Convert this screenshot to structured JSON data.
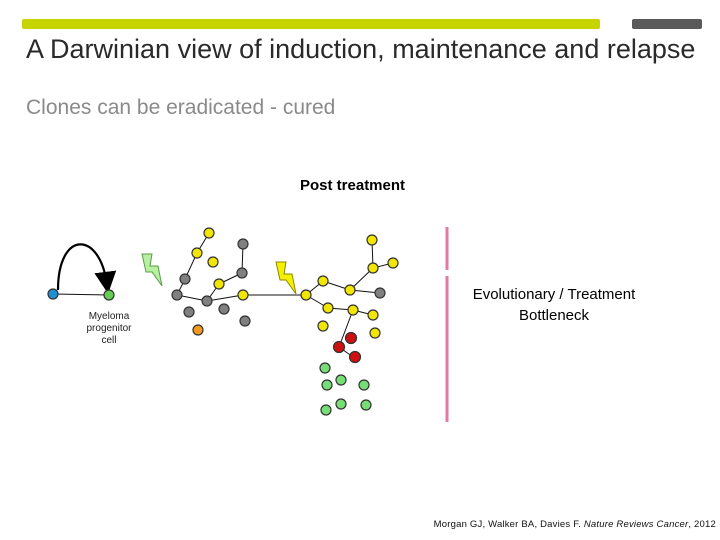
{
  "slide": {
    "title": "A Darwinian view of induction, maintenance and relapse",
    "subtitle": "Clones can be eradicated - cured"
  },
  "diagram": {
    "post_treatment_label": "Post treatment",
    "bottleneck_label": "Evolutionary / Treatment Bottleneck",
    "progenitor_label": "Myeloma progenitor cell",
    "colors": {
      "accent_bar": "#c8d400",
      "grey_bar": "#5a5a5a",
      "stem_cell": "#1e90d0",
      "progenitor": "#66cc55",
      "grey_clone": "#808080",
      "yellow_clone": "#f2e600",
      "orange_clone": "#f39a1e",
      "red_clone": "#cc1111",
      "green_clone": "#77dd77",
      "lightning": "#b6f0a0",
      "lightning_yellow": "#f5f000",
      "bottleneck_line": "#e07aa8"
    }
  },
  "citation": {
    "authors": "Morgan GJ, Walker BA, Davies F.",
    "journal": "Nature Reviews Cancer",
    "year": ", 2012"
  }
}
